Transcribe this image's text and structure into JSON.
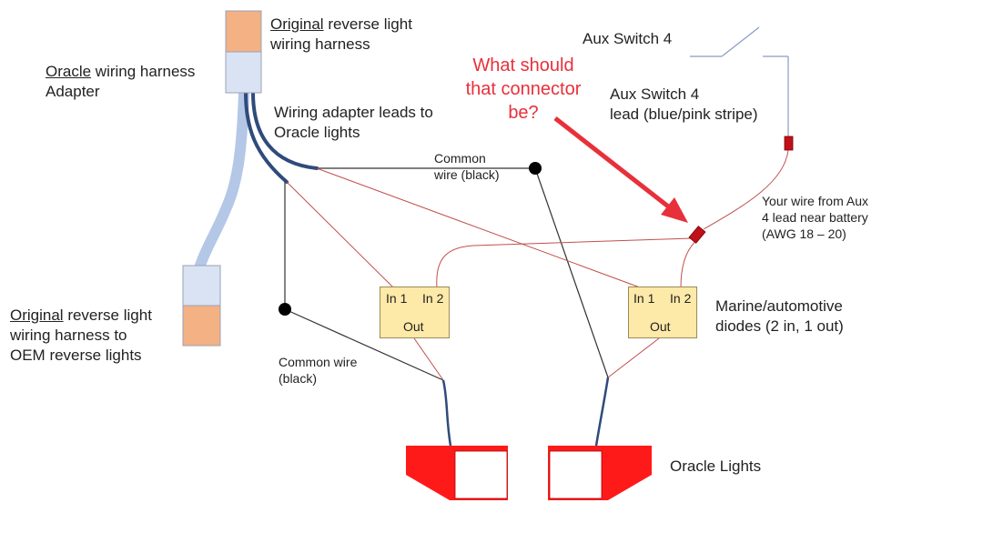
{
  "labels": {
    "orig_top_1": "Original",
    "orig_top_2": " reverse light",
    "orig_top_3": "wiring harness",
    "oracle_adapter_1": "Oracle",
    "oracle_adapter_2": " wiring harness",
    "oracle_adapter_3": "Adapter",
    "adapter_leads_1": "Wiring adapter leads to",
    "adapter_leads_2": "Oracle lights",
    "common_top_1": "Common",
    "common_top_2": "wire (black)",
    "question_1": "What should",
    "question_2": "that connector",
    "question_3": "be?",
    "aux_switch": "Aux Switch 4",
    "aux_lead_1": "Aux Switch 4",
    "aux_lead_2": "lead (blue/pink stripe)",
    "your_wire_1": "Your wire from Aux",
    "your_wire_2": "4 lead near battery",
    "your_wire_3": " (AWG 18 – 20)",
    "orig_left_1": "Original",
    "orig_left_2": " reverse light",
    "orig_left_3": "wiring harness  to",
    "orig_left_4": "OEM reverse lights",
    "common_bottom_1": "Common wire",
    "common_bottom_2": "(black)",
    "marine_1": "Marine/automotive",
    "marine_2": "diodes (2 in, 1 out)",
    "oracle_lights": "Oracle Lights"
  },
  "diodes": {
    "left": {
      "in1": "In 1",
      "in2": "In 2",
      "out": "Out"
    },
    "right": {
      "in1": "In 1",
      "in2": "In 2",
      "out": "Out"
    }
  },
  "colors": {
    "harness_orange": "#f4b183",
    "adapter_blue": "#dae3f3",
    "light_red": "#ff1a1a",
    "diode_yellow": "#fde9a8",
    "wire_red": "#c0504d",
    "wire_navy": "#2f4b7c",
    "wire_light_blue": "#b4c7e7",
    "arrow_red": "#e8303a"
  }
}
